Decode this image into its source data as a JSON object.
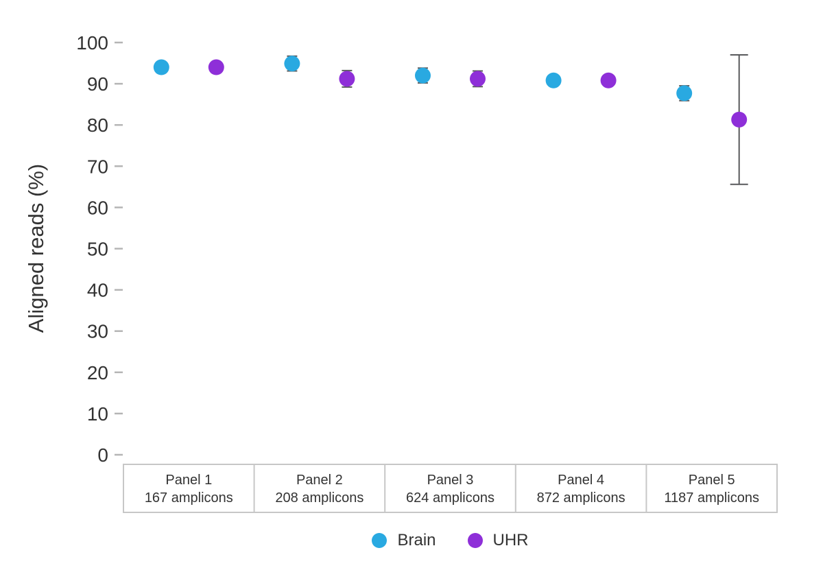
{
  "chart_data": {
    "type": "scatter",
    "title": "",
    "ylabel": "Aligned reads (%)",
    "xlabel": "",
    "ylim": [
      0,
      100
    ],
    "yticks": [
      0,
      10,
      20,
      30,
      40,
      50,
      60,
      70,
      80,
      90,
      100
    ],
    "grid": false,
    "legend_position": "bottom",
    "categories": [
      "Panel 1",
      "Panel 2",
      "Panel 3",
      "Panel 4",
      "Panel 5"
    ],
    "category_sublabels": [
      "167 amplicons",
      "208 amplicons",
      "624 amplicons",
      "872 amplicons",
      "1187 amplicons"
    ],
    "series": [
      {
        "name": "Brain",
        "color": "#29A9E1",
        "values": [
          94.0,
          94.9,
          92.0,
          90.8,
          87.7
        ],
        "errors": [
          0,
          1.8,
          1.8,
          0,
          1.8
        ]
      },
      {
        "name": "UHR",
        "color": "#8E2FD8",
        "values": [
          94.0,
          91.2,
          91.2,
          90.8,
          81.3
        ],
        "errors": [
          0,
          2.0,
          1.9,
          0,
          15.7
        ]
      }
    ],
    "colors": {
      "error_bar": "#58595B",
      "tick": "#B5B5B5",
      "text": "#333333",
      "panel_border": "#C7C7C7",
      "background": "#FFFFFF"
    }
  }
}
